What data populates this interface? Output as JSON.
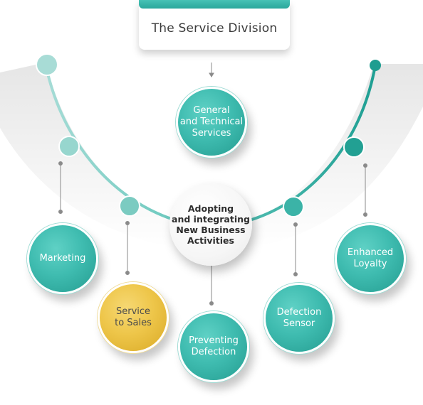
{
  "title": "The Service Division",
  "top_node": "General\nand Technical\nServices",
  "center_node": "Adopting\nand integrating\nNew Business\nActivities",
  "nodes": [
    {
      "label": "Marketing",
      "style": "teal"
    },
    {
      "label": "Service\nto Sales",
      "style": "gold"
    },
    {
      "label": "Preventing\nDefection",
      "style": "teal"
    },
    {
      "label": "Defection\nSensor",
      "style": "teal"
    },
    {
      "label": "Enhanced\nLoyalty",
      "style": "teal"
    }
  ],
  "colors": {
    "teal": "#3fbcb0",
    "teal_dark": "#249c90",
    "gold": "#eec64a",
    "connector": "#8a8a8a"
  }
}
